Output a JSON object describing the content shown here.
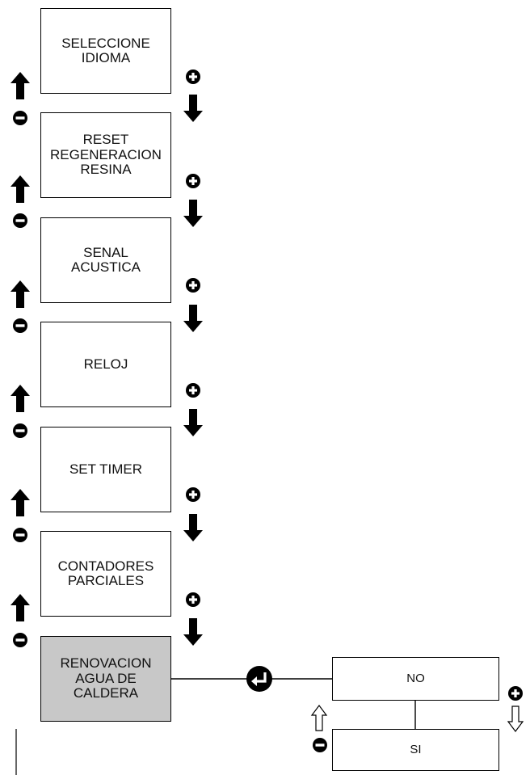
{
  "menu": {
    "items": [
      {
        "label": "SELECCIONE\nIDIOMA"
      },
      {
        "label": "RESET\nREGENERACION\nRESINA"
      },
      {
        "label": "SENAL\nACUSTICA"
      },
      {
        "label": "RELOJ"
      },
      {
        "label": "SET TIMER"
      },
      {
        "label": "CONTADORES\nPARCIALES"
      },
      {
        "label": "RENOVACION\nAGUA DE\nCALDERA",
        "selected": true
      }
    ]
  },
  "submenu": {
    "options": [
      {
        "label": "NO"
      },
      {
        "label": "SI"
      }
    ]
  },
  "icons": {
    "up": "arrow-up-icon",
    "down": "arrow-down-icon",
    "plus": "plus-circle-icon",
    "minus": "minus-circle-icon",
    "enter": "enter-icon"
  },
  "colors": {
    "selected_fill": "#c8c8c8",
    "line": "#000000"
  }
}
